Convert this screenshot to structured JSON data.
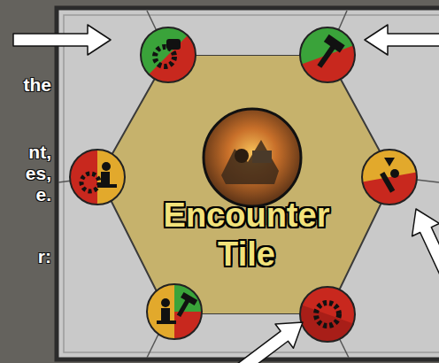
{
  "diagram": {
    "nodes": [
      {
        "text": [
          "Encounter Tile"
        ]
      }
    ],
    "labels": [
      "the",
      "nt,",
      "es,",
      "e.",
      "r:"
    ]
  }
}
